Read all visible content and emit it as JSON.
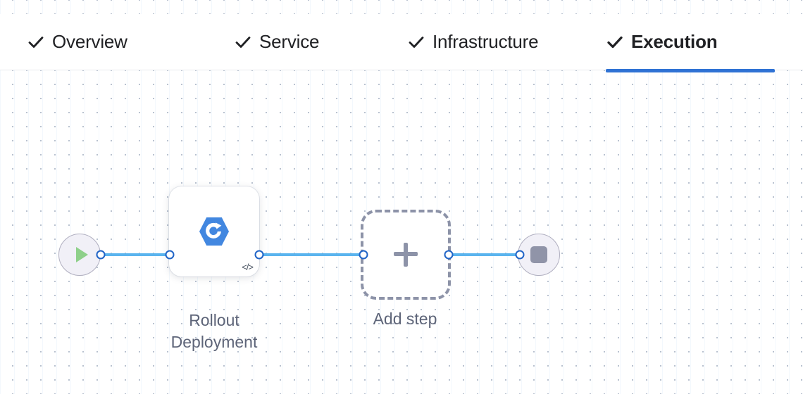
{
  "tabs": [
    {
      "id": "overview",
      "label": "Overview",
      "icon": "check-icon",
      "completed": true,
      "active": false
    },
    {
      "id": "service",
      "label": "Service",
      "icon": "check-icon",
      "completed": true,
      "active": false
    },
    {
      "id": "infrastructure",
      "label": "Infrastructure",
      "icon": "check-icon",
      "completed": true,
      "active": false
    },
    {
      "id": "execution",
      "label": "Execution",
      "icon": "check-icon",
      "completed": true,
      "active": true
    }
  ],
  "flow": {
    "start_node": {
      "icon": "play-icon",
      "label": ""
    },
    "end_node": {
      "icon": "stop-icon",
      "label": ""
    },
    "steps": [
      {
        "id": "rollout-deployment",
        "label": "Rollout\nDeployment",
        "icon": "rollout-deployment-icon",
        "badge": "</>"
      }
    ],
    "add_step": {
      "label": "Add step",
      "icon": "plus-icon"
    }
  },
  "colors": {
    "accent": "#2f72d4",
    "edge": "#5ab4ee",
    "handle_ring": "#2064c7",
    "logo_blue": "#4287e0",
    "play_green": "#8ed08a",
    "stop_gray": "#9094a8",
    "dashed_border": "#8d93a8",
    "label_text": "#5d6478",
    "tab_text": "#202124",
    "node_circle_fill": "#f1f0f7",
    "node_circle_border": "#b0afc0",
    "canvas_dot": "#b9c2d0"
  }
}
